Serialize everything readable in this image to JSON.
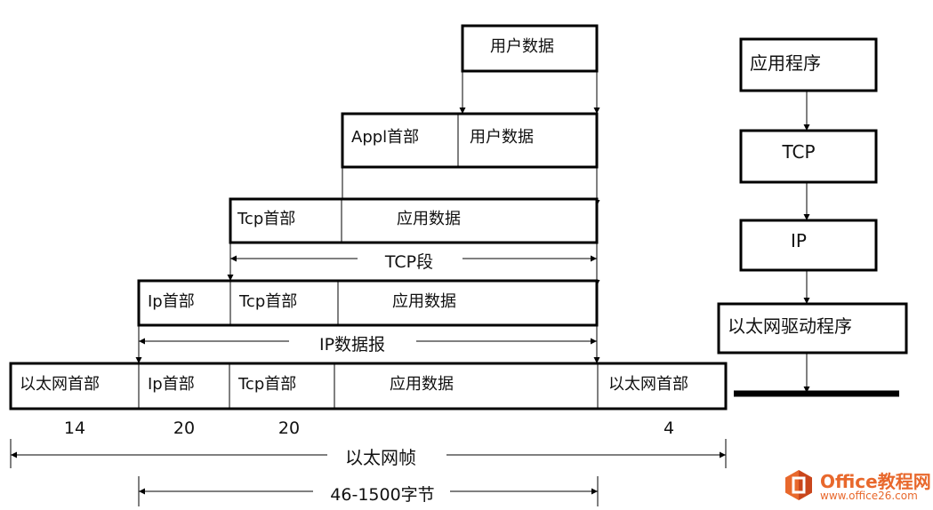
{
  "layers": {
    "user_data": {
      "label": "用户数据"
    },
    "appl_row": {
      "header": "Appl首部",
      "data": "用户数据"
    },
    "tcp_row": {
      "header": "Tcp首部",
      "data": "应用数据",
      "span_label": "TCP段"
    },
    "ip_row": {
      "ip_header": "Ip首部",
      "tcp_header": "Tcp首部",
      "data": "应用数据",
      "span_label": "IP数据报"
    },
    "eth_row": {
      "eth_header": "以太网首部",
      "ip_header": "Ip首部",
      "tcp_header": "Tcp首部",
      "data": "应用数据",
      "trailer": "以太网首部",
      "sizes": {
        "eth_header": "14",
        "ip_header": "20",
        "tcp_header": "20",
        "trailer": "4"
      },
      "frame_label": "以太网帧",
      "payload_label": "46-1500字节"
    }
  },
  "stack": [
    "应用程序",
    "TCP",
    "IP",
    "以太网驱动程序"
  ],
  "logo": {
    "title": "Office教程网",
    "url": "www.office26.com",
    "accent": "#e8682c",
    "accent_dark": "#c9461c"
  }
}
